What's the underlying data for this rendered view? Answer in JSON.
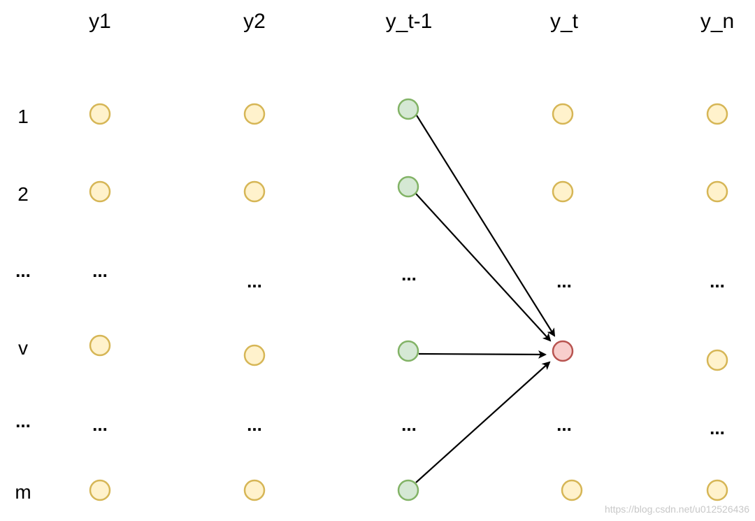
{
  "columns": [
    {
      "label": "y1"
    },
    {
      "label": "y2"
    },
    {
      "label": "y_t-1"
    },
    {
      "label": "y_t"
    },
    {
      "label": "y_n"
    }
  ],
  "rows": [
    {
      "label": "1"
    },
    {
      "label": "2"
    },
    {
      "label": "..."
    },
    {
      "label": "v"
    },
    {
      "label": "..."
    },
    {
      "label": "m"
    }
  ],
  "ellipsis": "...",
  "colors": {
    "node_fill": "#fff2cc",
    "node_stroke": "#d6b656",
    "prev_fill": "#d5e8d4",
    "prev_stroke": "#82b366",
    "target_fill": "#f8cecc",
    "target_stroke": "#b85450",
    "edge": "#000000"
  },
  "watermark": "https://blog.csdn.net/u012526436"
}
